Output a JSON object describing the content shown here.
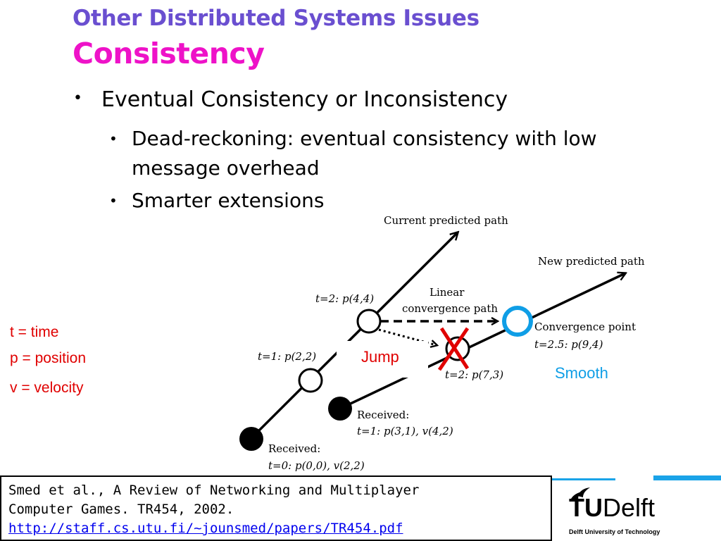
{
  "slide": {
    "title": "Other Distributed Systems Issues",
    "subtitle": "Consistency"
  },
  "bullets": {
    "level1": "Eventual Consistency or Inconsistency",
    "level2": [
      "Dead-reckoning: eventual consistency with low message overhead",
      "Smarter extensions"
    ],
    "bullet_glyph": "•"
  },
  "legend": {
    "t": "t = time",
    "p": "p = position",
    "v": "v = velocity"
  },
  "diagram": {
    "current_path": "Current predicted path",
    "new_path": "New predicted path",
    "linear_1": "Linear",
    "linear_2": "convergence path",
    "convergence_1": "Convergence point",
    "convergence_2": "t=2.5: p(9,4)",
    "t2_p44": "t=2: p(4,4)",
    "t1_p22": "t=1: p(2,2)",
    "t2_p73": "t=2: p(7,3)",
    "received_label": "Received:",
    "received_1": "t=1: p(3,1), v(4,2)",
    "received_0": "t=0: p(0,0), v(2,2)",
    "jump": "Jump",
    "smooth": "Smooth",
    "colors": {
      "jump": "#e00000",
      "smooth": "#0f9ee6"
    }
  },
  "citation": {
    "line1": "Smed et al., A Review of Networking and Multiplayer",
    "line2": "Computer Games. TR454, 2002.",
    "link": "http://staff.cs.utu.fi/~jounsmed/papers/TR454.pdf"
  },
  "logo": {
    "tu": "TU",
    "delft": "Delft",
    "tagline": "Delft University of Technology",
    "icon": "flame-icon"
  }
}
